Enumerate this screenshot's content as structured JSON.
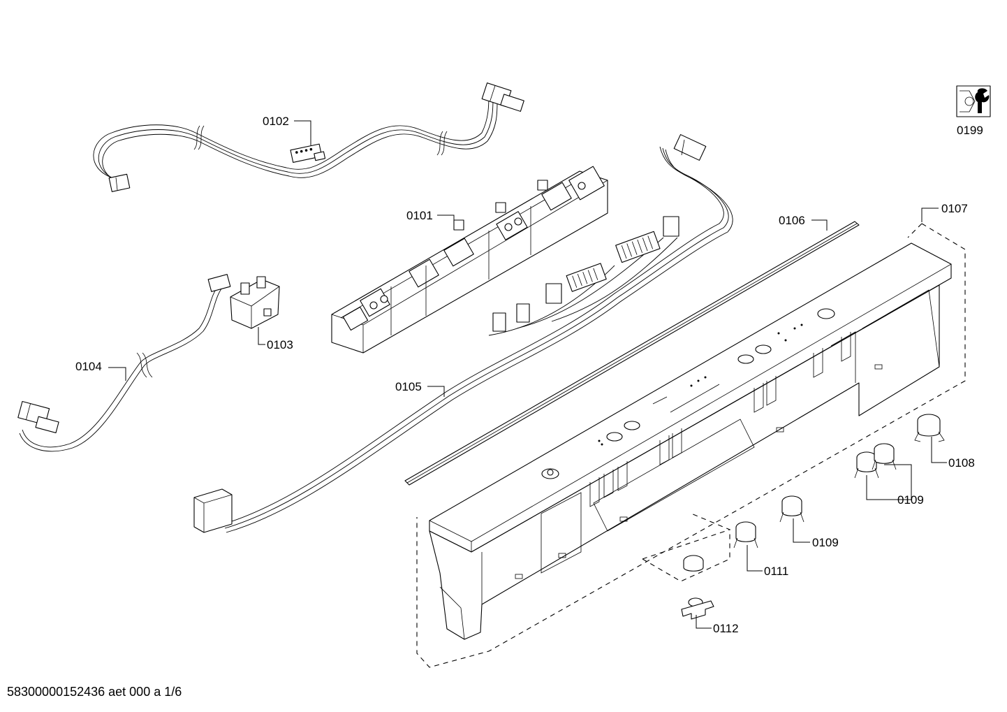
{
  "labels": {
    "p0101": "0101",
    "p0102": "0102",
    "p0103": "0103",
    "p0104": "0104",
    "p0105": "0105",
    "p0106": "0106",
    "p0107": "0107",
    "p0108": "0108",
    "p0109a": "0109",
    "p0109b": "0109",
    "p0111": "0111",
    "p0112": "0112",
    "p0199": "0199"
  },
  "footer": "58300000152436 aet 000 a 1/6",
  "icons": {
    "tools": "wrench-nut-icon"
  }
}
